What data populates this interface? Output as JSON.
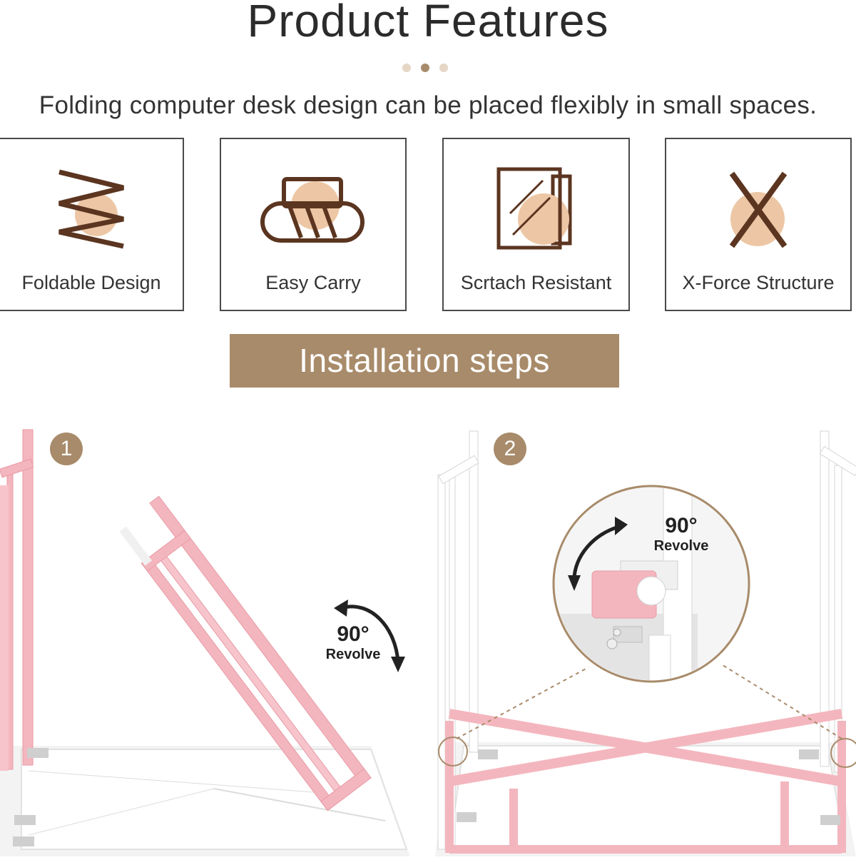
{
  "header": {
    "title": "Product Features",
    "subtitle": "Folding computer desk design can be placed flexibly in small spaces."
  },
  "colors": {
    "accent": "#a88b6a",
    "peach": "#edc7a5",
    "icon_brown": "#5b3520",
    "frame_pink": "#f4b6be",
    "border": "#4a4a4a"
  },
  "features": [
    {
      "label": "Foldable Design",
      "icon": "zigzag-spring-icon"
    },
    {
      "label": "Easy Carry",
      "icon": "carry-bag-icon"
    },
    {
      "label": "Scrtach Resistant",
      "icon": "glass-panel-icon"
    },
    {
      "label": "X-Force Structure",
      "icon": "x-cross-icon"
    }
  ],
  "installation": {
    "banner": "Installation steps",
    "steps": [
      {
        "number": "1",
        "rotation_degrees": "90°",
        "rotation_word": "Revolve"
      },
      {
        "number": "2",
        "rotation_degrees": "90°",
        "rotation_word": "Revolve"
      }
    ]
  }
}
